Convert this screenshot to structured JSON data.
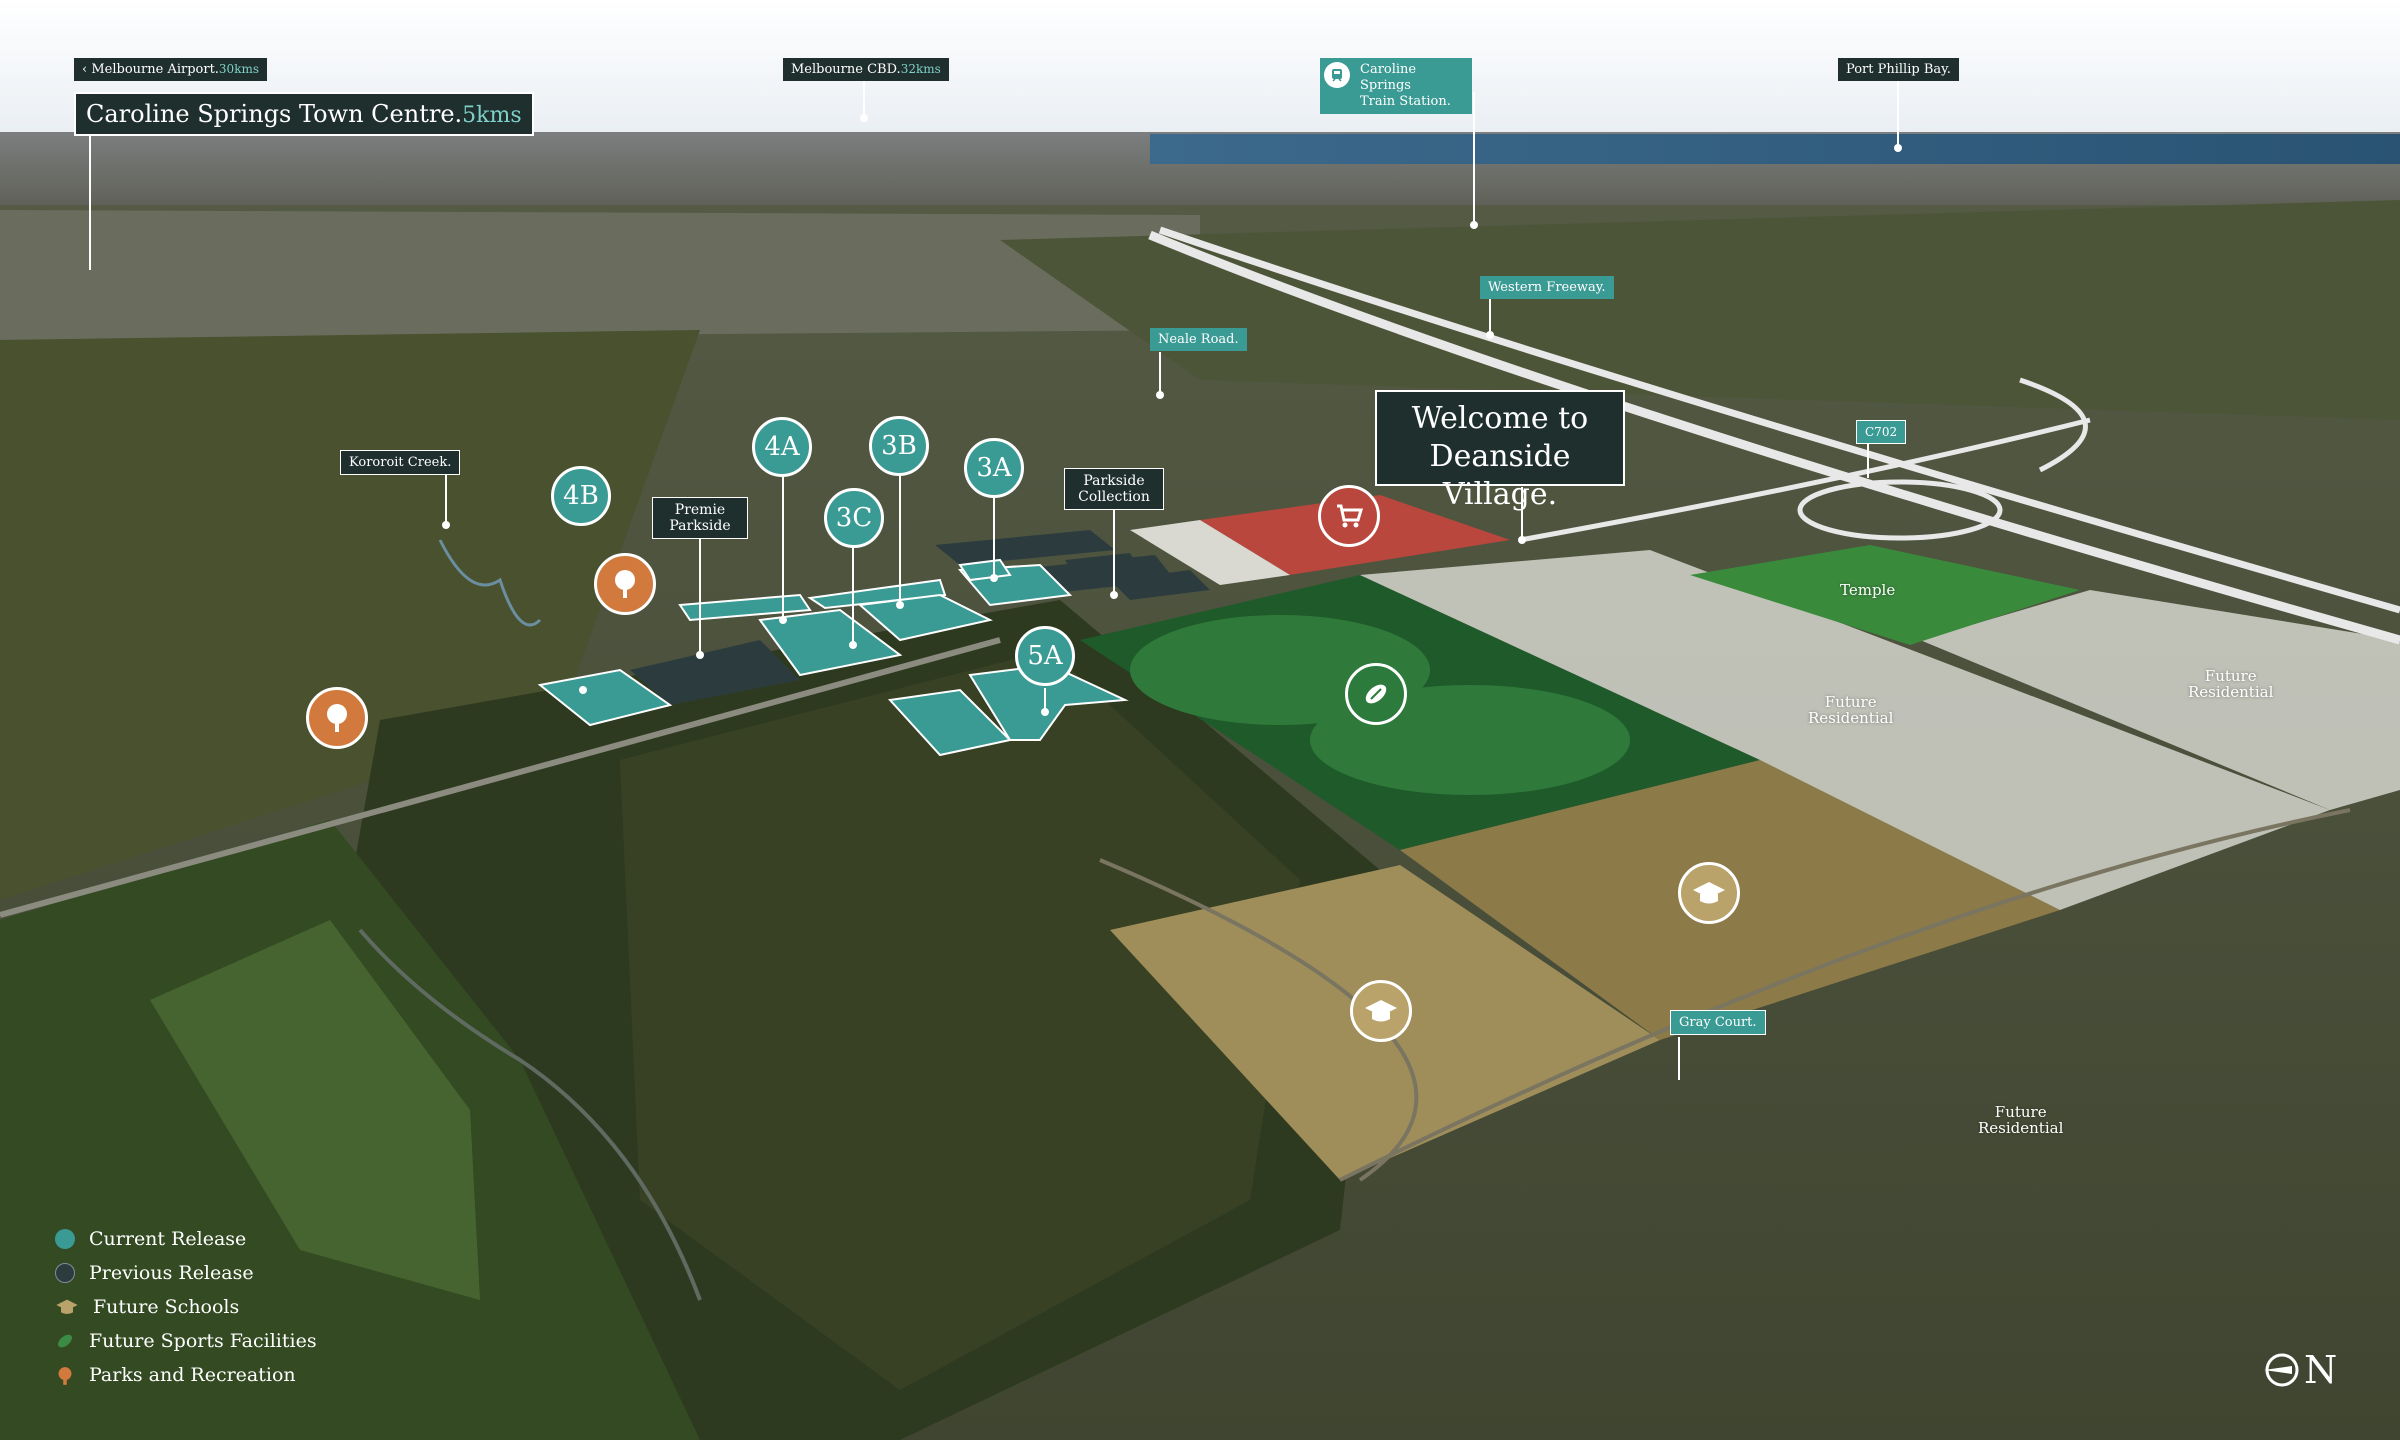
{
  "callouts": {
    "airport": {
      "name": "Melbourne Airport.",
      "distance": "30kms"
    },
    "town_centre": {
      "name": "Caroline Springs Town Centre.",
      "distance": "5kms"
    },
    "cbd": {
      "name": "Melbourne CBD.",
      "distance": "32kms"
    },
    "train": {
      "line1": "Caroline Springs",
      "line2": "Train Station."
    },
    "bay": {
      "name": "Port Phillip Bay."
    },
    "western_freeway": {
      "name": "Western Freeway."
    },
    "neale_road": {
      "name": "Neale Road."
    },
    "kororoit": {
      "name": "Kororoit Creek."
    },
    "c702": {
      "name": "C702"
    },
    "gray_court": {
      "name": "Gray Court."
    },
    "premie_parkside": {
      "line1": "Premie",
      "line2": "Parkside"
    },
    "parkside_collection": {
      "line1": "Parkside",
      "line2": "Collection"
    }
  },
  "welcome": {
    "line1": "Welcome to",
    "line2": "Deanside Village."
  },
  "stages": [
    "4A",
    "3B",
    "4B",
    "3A",
    "3C",
    "5A"
  ],
  "areas": {
    "temple": "Temple",
    "future_residential": "Future\nResidential"
  },
  "legend": [
    {
      "label": "Current Release",
      "color": "#3a9a94",
      "icon": "circle-icon"
    },
    {
      "label": "Previous Release",
      "color": "#2c3c3e",
      "icon": "circle-icon"
    },
    {
      "label": "Future Schools",
      "color": "#b9a36a",
      "icon": "graduation-cap-icon"
    },
    {
      "label": "Future Sports Facilities",
      "color": "#3c8b44",
      "icon": "football-icon"
    },
    {
      "label": "Parks and Recreation",
      "color": "#d27a3e",
      "icon": "tree-icon"
    }
  ],
  "compass": {
    "letter": "N"
  },
  "colors": {
    "current_release": "#3a9a94",
    "previous_release": "#2c3c3e",
    "label_bg": "#1f2f2d",
    "schools": "#b9a36a",
    "sports": "#1f5a2a",
    "parks": "#d27a3e",
    "retail": "#b9473d"
  }
}
